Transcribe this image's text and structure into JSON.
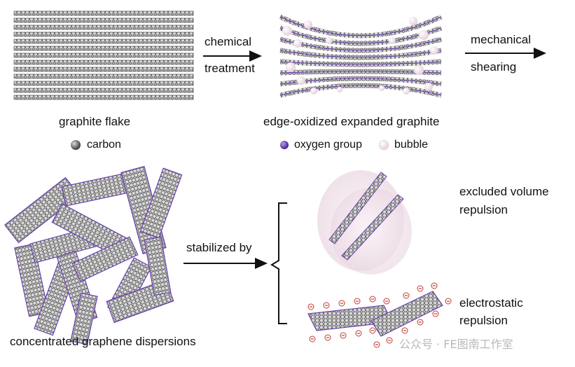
{
  "steps": {
    "graphite_label": "graphite flake",
    "expanded_label": "edge-oxidized expanded graphite",
    "arrow1_line1": "chemical",
    "arrow1_line2": "treatment",
    "arrow2_line1": "mechanical",
    "arrow2_line2": "shearing"
  },
  "legend": {
    "carbon": "carbon",
    "oxygen": "oxygen group",
    "bubble": "bubble"
  },
  "bottom": {
    "dispersion_label": "concentrated graphene dispersions",
    "stabilized_label": "stabilized by",
    "mech1_line1": "excluded volume",
    "mech1_line2": "repulsion",
    "mech2_line1": "electrostatic",
    "mech2_line2": "repulsion"
  },
  "watermark": "公众号 · FE图南工作室",
  "colors": {
    "carbon": "#7a7a7a",
    "oxygen": "#6a3fb0",
    "bubble": "#f1e2ec",
    "sheet": "#555555",
    "negative_charge": "#c0392b"
  }
}
